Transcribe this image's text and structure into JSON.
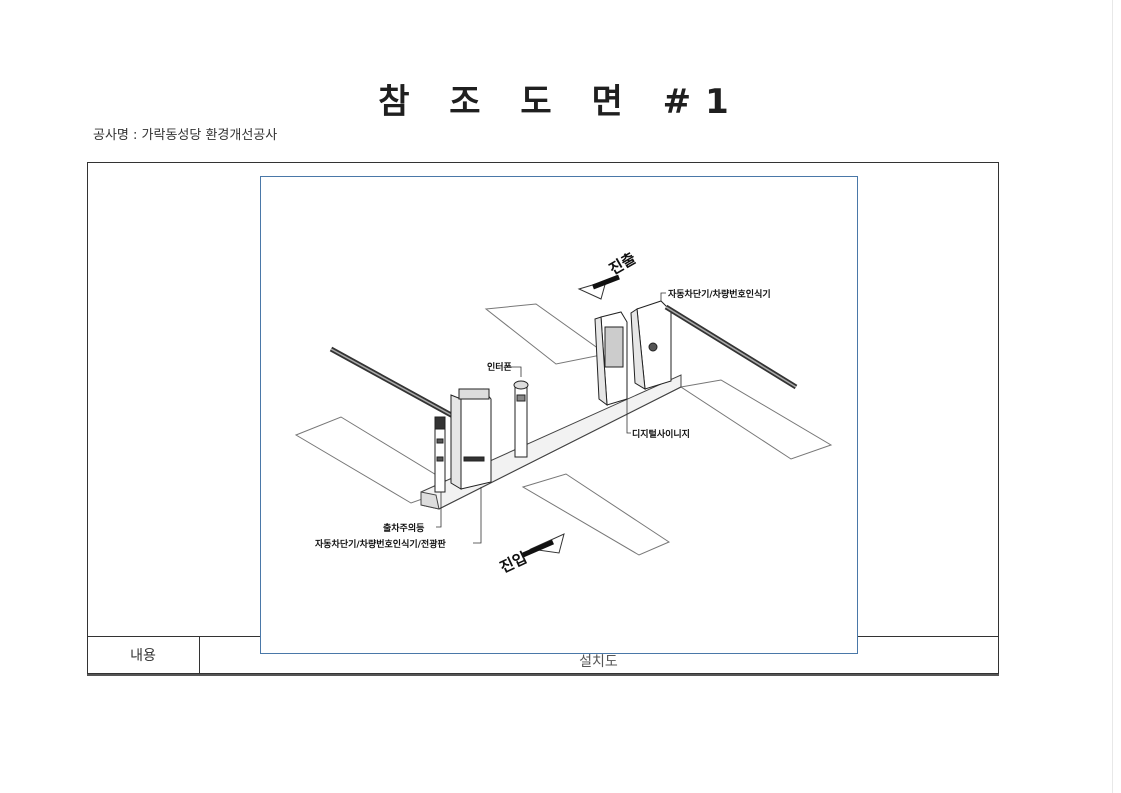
{
  "document": {
    "title": "참 조 도 면 #1",
    "project_line": "공사명 : 가락동성당 환경개선공사"
  },
  "drawing": {
    "callouts": {
      "top_right_gate": "자동차단기/차량번호인식기",
      "intercom": "인터폰",
      "digital_signage": "디지털사이니지",
      "exit_warning_light": "출차주의등",
      "left_gate": "자동차단기/차량번호인식기/전광판"
    },
    "directions": {
      "exit": "진출",
      "entry": "진입"
    }
  },
  "footer": {
    "label": "내용",
    "value": "설치도"
  }
}
